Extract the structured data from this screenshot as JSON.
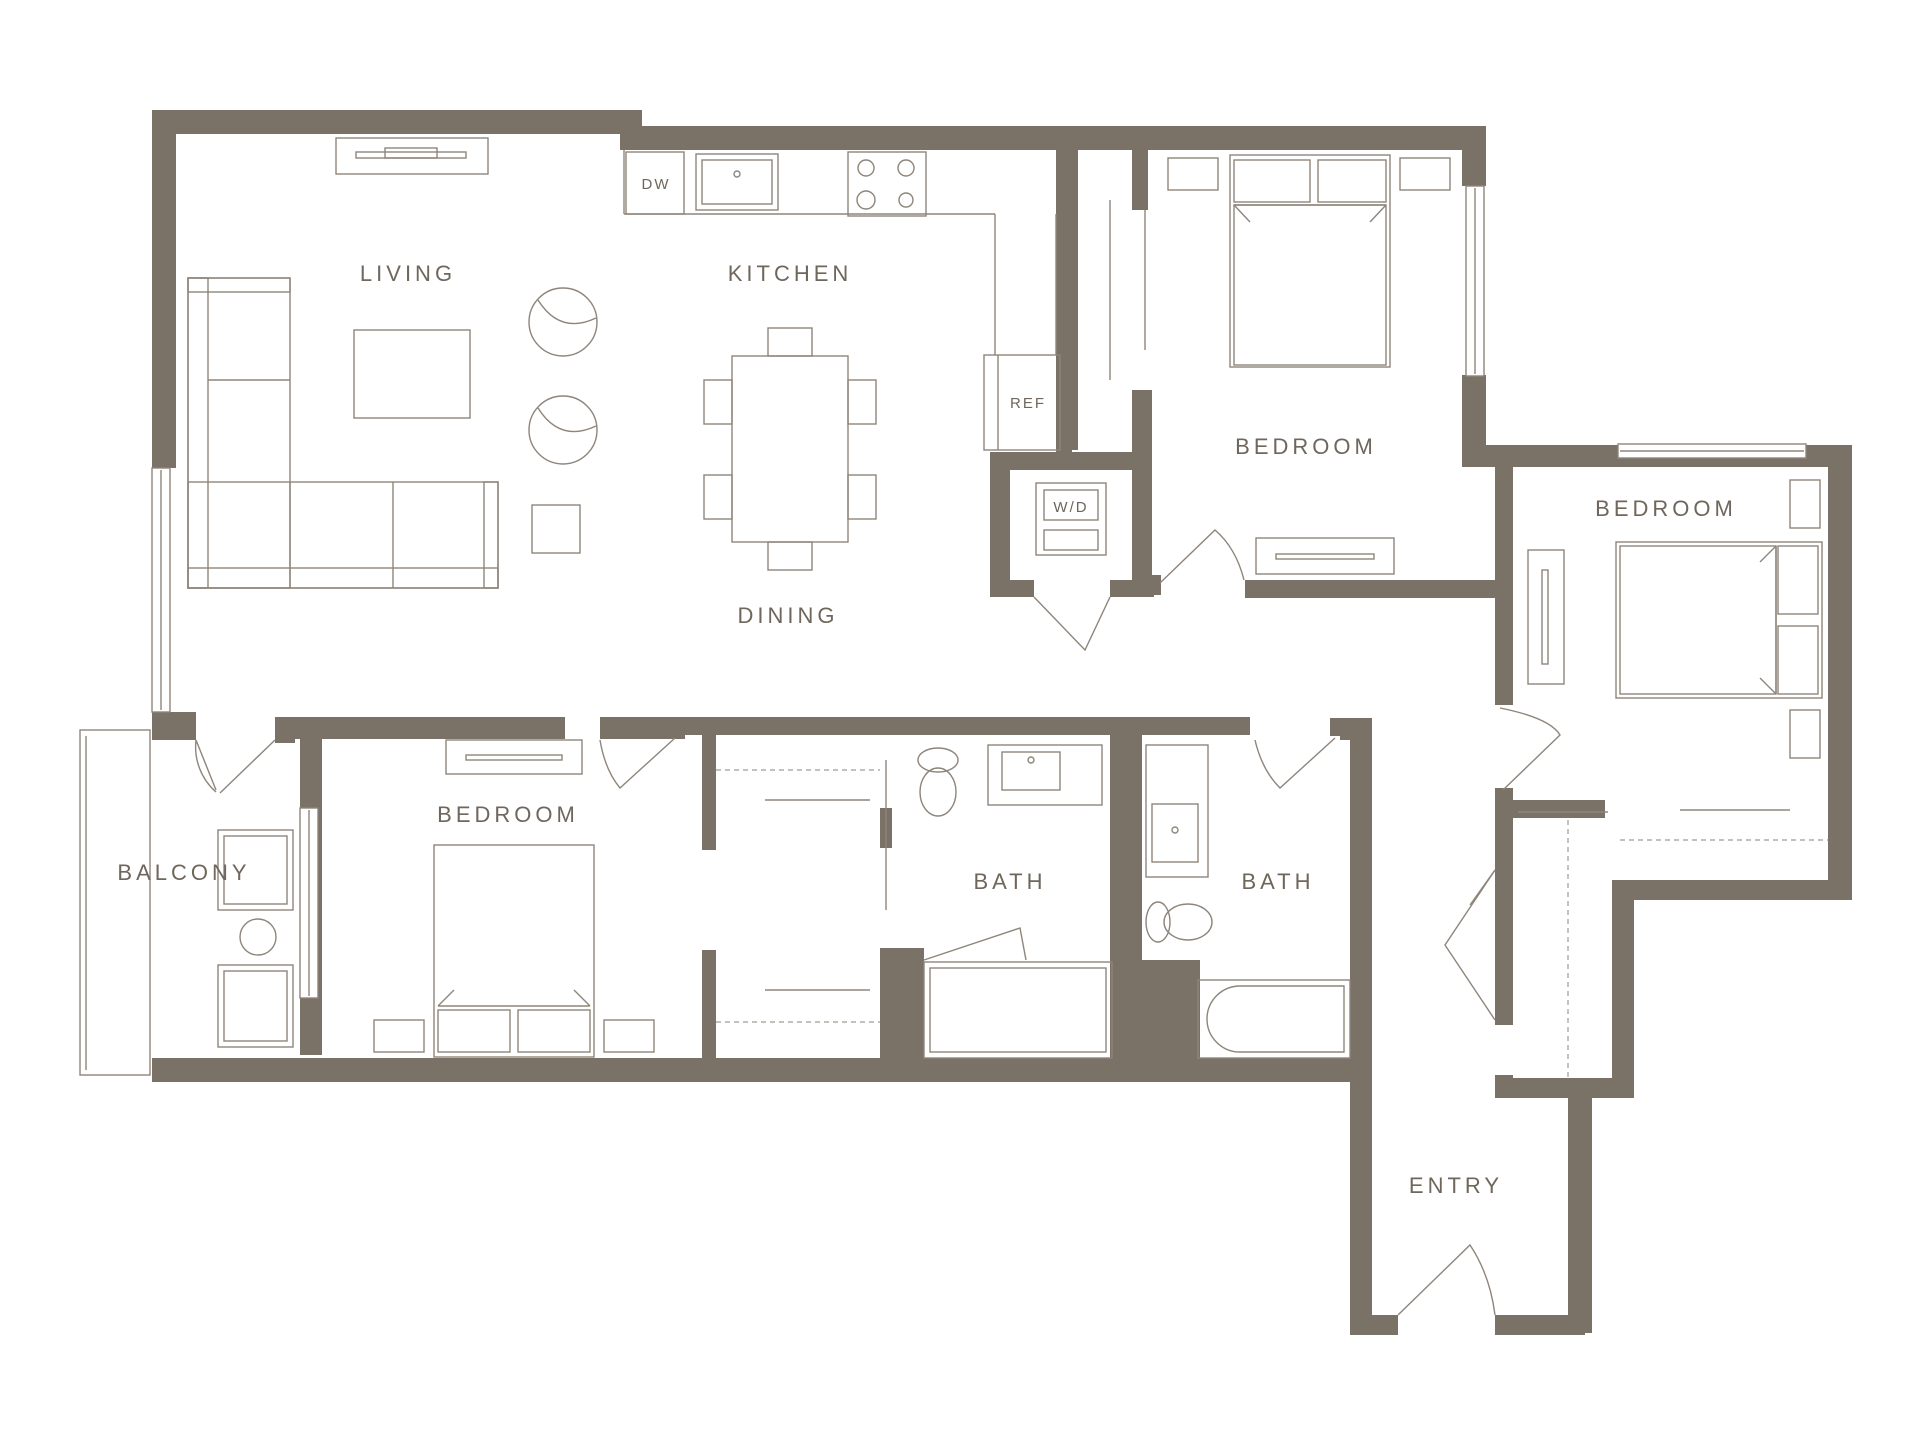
{
  "floor_plan": {
    "colors": {
      "wall": "#7a7167",
      "line": "#8e857b",
      "label": "#6f665c",
      "background": "#ffffff"
    },
    "rooms": {
      "living": "LIVING",
      "kitchen": "KITCHEN",
      "dining": "DINING",
      "bedroom_main": "BEDROOM",
      "bedroom_right": "BEDROOM",
      "bedroom_lower": "BEDROOM",
      "balcony": "BALCONY",
      "bath_left": "BATH",
      "bath_right": "BATH",
      "entry": "ENTRY"
    },
    "appliances": {
      "dishwasher": "DW",
      "refrigerator": "REF",
      "washer_dryer": "W/D"
    },
    "icons": [
      "door-swing-icon",
      "window-icon",
      "toilet-icon",
      "sink-icon",
      "cooktop-icon",
      "bathtub-icon",
      "bed-icon",
      "sofa-icon",
      "chair-icon",
      "dining-table-icon",
      "tv-console-icon"
    ]
  }
}
